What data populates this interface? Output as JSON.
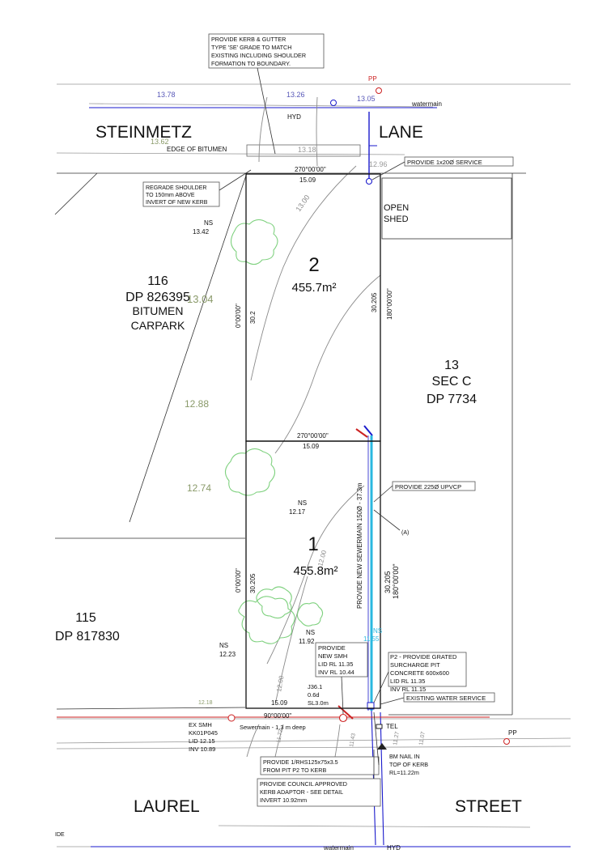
{
  "streets": {
    "top_left": "STEINMETZ",
    "top_right": "LANE",
    "bottom_left": "LAUREL",
    "bottom_right": "STREET"
  },
  "lots": [
    {
      "number": "2",
      "area": "455.7m²"
    },
    {
      "number": "1",
      "area": "455.8m²"
    }
  ],
  "neighbours": {
    "west_upper": [
      "116",
      "DP 826395",
      "BITUMEN",
      "CARPARK"
    ],
    "east": [
      "13",
      "SEC C",
      "DP 7734"
    ],
    "west_lower": [
      "115",
      "DP 817830"
    ]
  },
  "bearings": {
    "top": "270°00'00\"",
    "mid": "270°00'00\"",
    "bottom": "90°00'00\"",
    "west_upper": "0°00'00\"",
    "west_lower": "0°00'00\"",
    "east_upper": "180°00'00\"",
    "east_lower": "180°00'00\""
  },
  "distances": {
    "top": "15.09",
    "mid": "15.09",
    "bottom": "15.09",
    "west_upper": "30.2",
    "west_lower": "30.205",
    "east_upper": "30.205",
    "east_lower": "30.205"
  },
  "spot_levels": [
    "13.78",
    "13.26",
    "13.05",
    "13.18",
    "13.62",
    "12.96",
    "13.00",
    "13.04",
    "12.88",
    "12.74",
    "12.18",
    "11.72",
    "11.43",
    "11.07",
    "11.27",
    "12.00",
    "12.00"
  ],
  "ns_levels": [
    {
      "tag": "NS",
      "level": "13.42"
    },
    {
      "tag": "NS",
      "level": "12.17"
    },
    {
      "tag": "NS",
      "level": "11.92"
    },
    {
      "tag": "NS",
      "level": "12.23"
    },
    {
      "tag": "NS",
      "level": "11.55"
    }
  ],
  "notes": {
    "kerb_gutter": [
      "PROVIDE KERB & GUTTER",
      "TYPE 'SE' GRADE TO MATCH",
      "EXISTING INCLUDING SHOULDER",
      "FORMATION TO BOUNDARY."
    ],
    "regrade": [
      "REGRADE SHOULDER",
      "TO 150mm ABOVE",
      "INVERT OF NEW KERB"
    ],
    "service": "PROVIDE 1x20Ø SERVICE",
    "open_shed": [
      "OPEN",
      "SHED"
    ],
    "upvcp": "PROVIDE 225Ø UPVCP",
    "sewermain_new": "PROVIDE NEW SEWERMAIN 150Ø - 37.3m",
    "marker_a": "(A)",
    "new_smh": [
      "PROVIDE",
      "NEW SMH",
      "LID RL 11.35",
      "INV RL 10.44"
    ],
    "pit": [
      "P2 - PROVIDE GRATED",
      "SURCHARGE PIT",
      "CONCRETE 600x600",
      "LID RL 11.35",
      "INV RL 11.15"
    ],
    "existing_water": "EXISTING WATER SERVICE",
    "j36": [
      "J36.1",
      "0.6d",
      "SL3.0m"
    ],
    "ex_smh": [
      "EX SMH",
      "KK01P045",
      "LID 12.15",
      "INV 10.89"
    ],
    "sewermain_ex": "Sewermain - 1.3 m deep",
    "rhs": [
      "PROVIDE 1/RHS125x75x3.5",
      "FROM PIT P2 TO KERB"
    ],
    "adaptor": [
      "PROVIDE COUNCIL APPROVED",
      "KERB ADAPTOR - SEE DETAIL",
      "INVERT 10.92mm"
    ],
    "bm_nail": [
      "BM NAIL IN",
      "TOP OF KERB",
      "RL=11.22m"
    ],
    "edge_bitumen": "EDGE OF BITUMEN",
    "watermain": "watermain",
    "hyd": "HYD",
    "pp": "PP",
    "tel": "TEL",
    "ide": "IDE"
  },
  "colors": {
    "water": "#1a1acc",
    "sewer": "#2ab8e0",
    "red": "#cc2222",
    "tree": "#7fd17f",
    "level_blue": "#5858b8",
    "level_green": "#8a9a6a"
  }
}
